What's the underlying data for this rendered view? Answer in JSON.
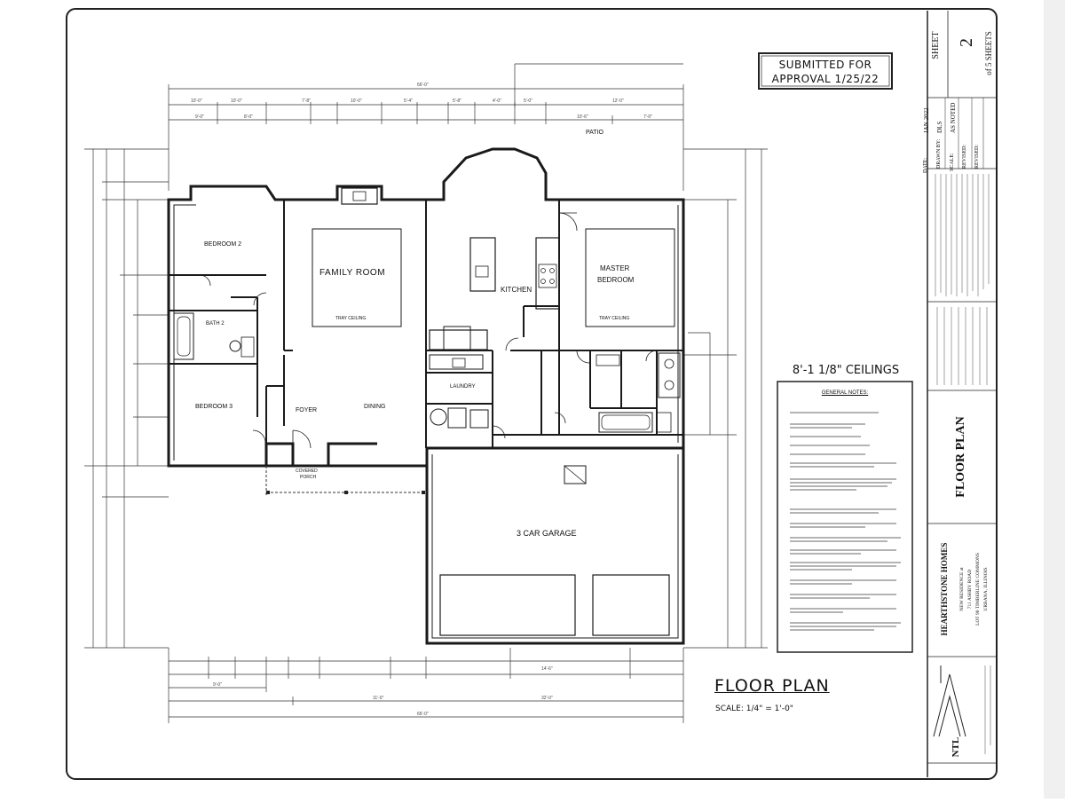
{
  "stamp": {
    "line1": "SUBMITTED FOR",
    "line2": "APPROVAL 1/25/22"
  },
  "ceilings_note": "8'-1 1/8\" CEILINGS",
  "general_notes_title": "GENERAL NOTES:",
  "drawing_title": "FLOOR PLAN",
  "drawing_scale": "SCALE: 1/4\" = 1'-0\"",
  "rooms": {
    "bedroom2": "BEDROOM 2",
    "bedroom3": "BEDROOM 3",
    "bath2": "BATH 2",
    "family": "FAMILY ROOM",
    "family_ceiling": "TRAY CEILING",
    "kitchen": "KITCHEN",
    "master1": "MASTER",
    "master2": "BEDROOM",
    "master_ceiling": "TRAY CEILING",
    "foyer": "FOYER",
    "dining": "DINING",
    "laundry": "LAUNDRY",
    "patio": "PATIO",
    "porch1": "COVERED",
    "porch2": "PORCH",
    "garage": "3 CAR GARAGE"
  },
  "title_block": {
    "sheet_label": "SHEET",
    "sheet_number": "2",
    "sheet_of": "of 5 SHEETS",
    "date_label": "DATE:",
    "date_value": "JAN 2022",
    "drawn_label": "DRAWN BY:",
    "drawn_value": "DLS",
    "scale_label": "SCALE:",
    "scale_value": "AS NOTED",
    "revised1": "REVISED:",
    "revised2": "REVISED:",
    "sheet_title": "FLOOR PLAN",
    "company": "HEARTHSTONE HOMES",
    "project_line1": "NEW RESIDENCE at",
    "project_line2": "711 ASHBY ROAD",
    "project_line3": "LOT 90 TIMBERLINE COMMONS",
    "project_line4": "URBANA, ILLINOIS",
    "logo_text": "NTL"
  },
  "colors": {
    "line": "#1a1a1a",
    "frame": "#222222",
    "background": "#ffffff"
  }
}
